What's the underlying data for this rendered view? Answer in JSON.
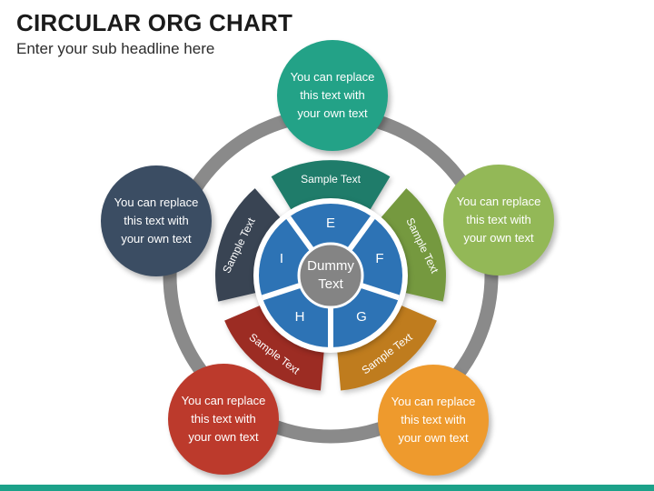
{
  "header": {
    "title": "CIRCULAR ORG CHART",
    "subtitle": "Enter your sub headline here"
  },
  "wheel": {
    "center_label": "Dummy Text",
    "segments": [
      {
        "letter": "E"
      },
      {
        "letter": "F"
      },
      {
        "letter": "G"
      },
      {
        "letter": "H"
      },
      {
        "letter": "I"
      }
    ],
    "arcs": [
      {
        "position": "top",
        "label": "Sample Text",
        "color": "#1f7c6a"
      },
      {
        "position": "right",
        "label": "Sample Text",
        "color": "#75993f"
      },
      {
        "position": "bottom-right",
        "label": "Sample Text",
        "color": "#bf7c1e"
      },
      {
        "position": "bottom-left",
        "label": "Sample Text",
        "color": "#9c2c23"
      },
      {
        "position": "left",
        "label": "Sample Text",
        "color": "#394453"
      }
    ]
  },
  "nodes": [
    {
      "position": "top",
      "color": "#23a287",
      "lines": [
        "You can replace",
        "this text with",
        "your own text"
      ]
    },
    {
      "position": "right",
      "color": "#93b857",
      "lines": [
        "You can replace",
        "this text with",
        "your own text"
      ]
    },
    {
      "position": "bottom-right",
      "color": "#ee9a2d",
      "lines": [
        "You can replace",
        "this text with",
        "your own text"
      ]
    },
    {
      "position": "bottom-left",
      "color": "#bc3a2c",
      "lines": [
        "You can replace",
        "this text with",
        "your own text"
      ]
    },
    {
      "position": "left",
      "color": "#3b4d63",
      "lines": [
        "You can replace",
        "this text with",
        "your own text"
      ]
    }
  ],
  "colors": {
    "ring": "#8a8a8a",
    "inner_segment": "#2d73b5",
    "center_circle": "#848484",
    "footer_bar": "#1ca189",
    "arc_top": "#1f7c6a",
    "arc_right": "#75993f",
    "arc_bottom_right": "#bf7c1e",
    "arc_bottom_left": "#9c2c23",
    "arc_left": "#394453"
  }
}
